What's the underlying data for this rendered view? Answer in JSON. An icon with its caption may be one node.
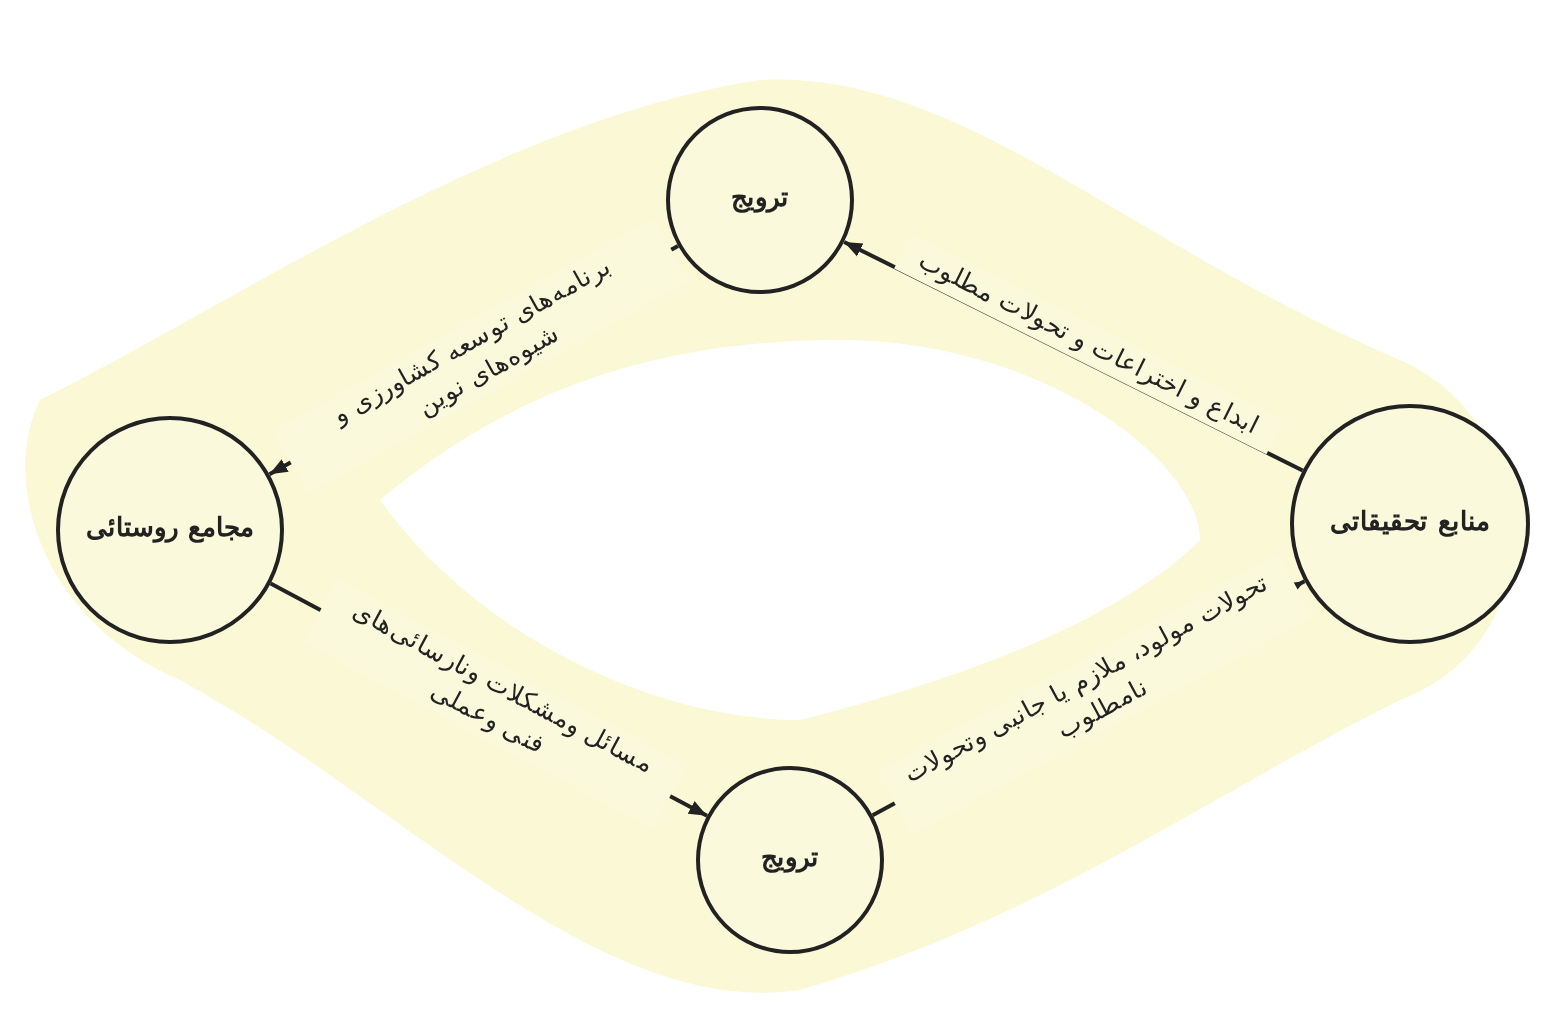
{
  "diagram": {
    "nodes": [
      {
        "text": [
          "ترویج"
        ]
      },
      {
        "text": [
          "مجامع روستائی"
        ]
      },
      {
        "text": [
          "منابع تحقیقاتی"
        ]
      },
      {
        "text": [
          "ترویج"
        ]
      }
    ],
    "edges": [
      {
        "from": 2,
        "to": 0,
        "arrow": "to",
        "label": "ابداع و اختراعات و تحولات مطلوب"
      },
      {
        "from": 0,
        "to": 1,
        "arrow": "to",
        "label": "برنامه‌های توسعه کشاورزی و شیوه‌های نوین"
      },
      {
        "from": 1,
        "to": 3,
        "arrow": "to",
        "label": "مسائل ومشکلات ونارسائی‌های فنی وعملی"
      },
      {
        "from": 3,
        "to": 2,
        "arrow": "to",
        "label": "تحولات مولود، ملازم یا جانبی وتحولات نامطلوب"
      }
    ]
  }
}
